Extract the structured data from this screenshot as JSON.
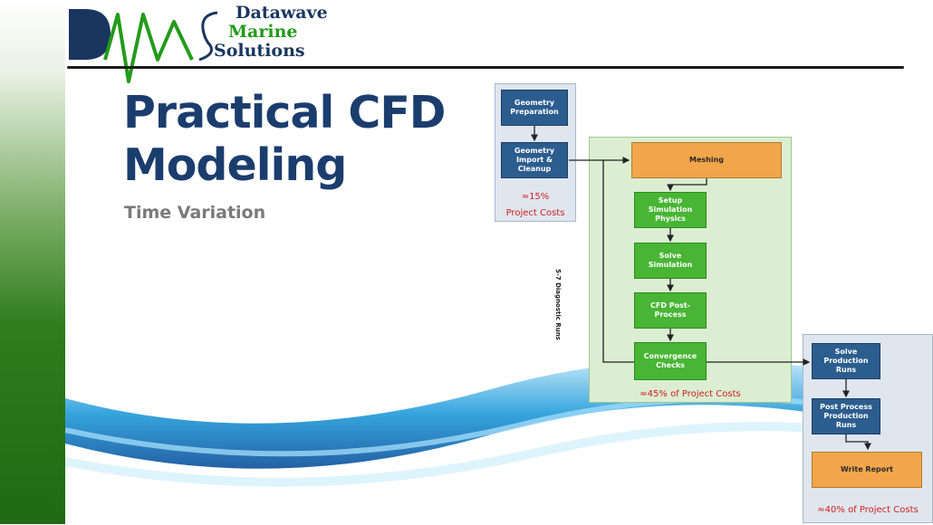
{
  "logo": {
    "line1": "Datawave",
    "line2": "Marine",
    "line3": "Solutions",
    "brand_navy": "#19365f",
    "brand_green": "#239b1c"
  },
  "slide": {
    "title_line1": "Practical CFD",
    "title_line2": "Modeling",
    "subtitle": "Time Variation"
  },
  "diagram": {
    "geometry_prep": "Geometry Preparation",
    "geometry_import": "Geometry Import & Cleanup",
    "cost_stage1_line1": "≈15%",
    "cost_stage1_line2": "Project Costs",
    "meshing": "Meshing",
    "setup": "Setup Simulation Physics",
    "solve": "Solve Simulation",
    "post": "CFD Post-Process",
    "convergence": "Convergence Checks",
    "diagnostic_runs": "5-7 Diagnostic Runs",
    "cost_stage2": "≈45% of Project Costs",
    "solve_production": "Solve Production Runs",
    "post_production": "Post Process Production Runs",
    "write_report": "Write Report",
    "cost_stage3": "≈40% of Project Costs"
  },
  "colors": {
    "stage_navy": "#2c5d8f",
    "stage_green": "#48b534",
    "stage_orange": "#f2a54a",
    "cost_red": "#cf1f1f"
  }
}
